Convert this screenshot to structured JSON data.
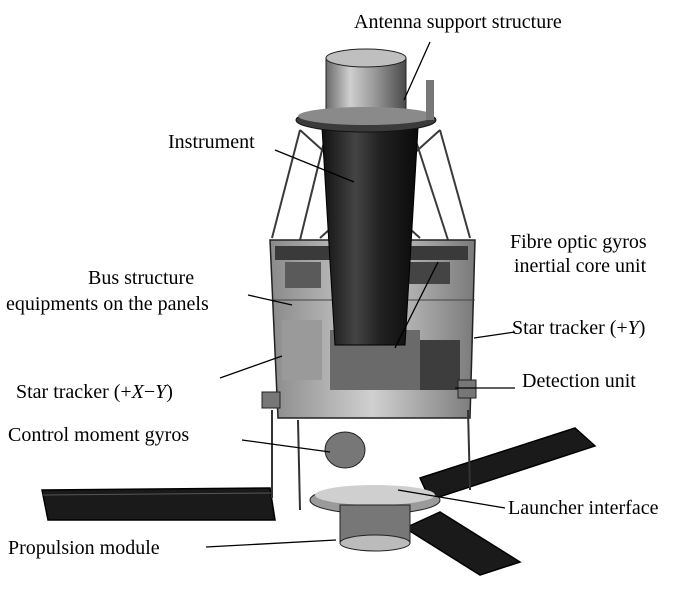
{
  "title": "",
  "labels": {
    "antenna": "Antenna support structure",
    "instrument": "Instrument",
    "fibre_line1": "Fibre optic gyros",
    "fibre_line2": "inertial core unit",
    "bus_line1": "Bus structure",
    "bus_line2": "equipments on the panels",
    "star_y_pre": "Star tracker (+",
    "star_y_axis": "Y",
    "star_y_post": ")",
    "star_xy_pre": "Star tracker (+",
    "star_xy_x": "X",
    "star_xy_mid": "−",
    "star_xy_y": "Y",
    "star_xy_post": ")",
    "detection": "Detection unit",
    "cmg": "Control moment gyros",
    "launcher": "Launcher interface",
    "propulsion": "Propulsion module"
  },
  "colors": {
    "ink": "#000000",
    "metal_light": "#d9d9d9",
    "metal_mid": "#a6a6a6",
    "metal_dark": "#595959",
    "solar_panel": "#1a1a1a",
    "instrument": "#262626"
  }
}
